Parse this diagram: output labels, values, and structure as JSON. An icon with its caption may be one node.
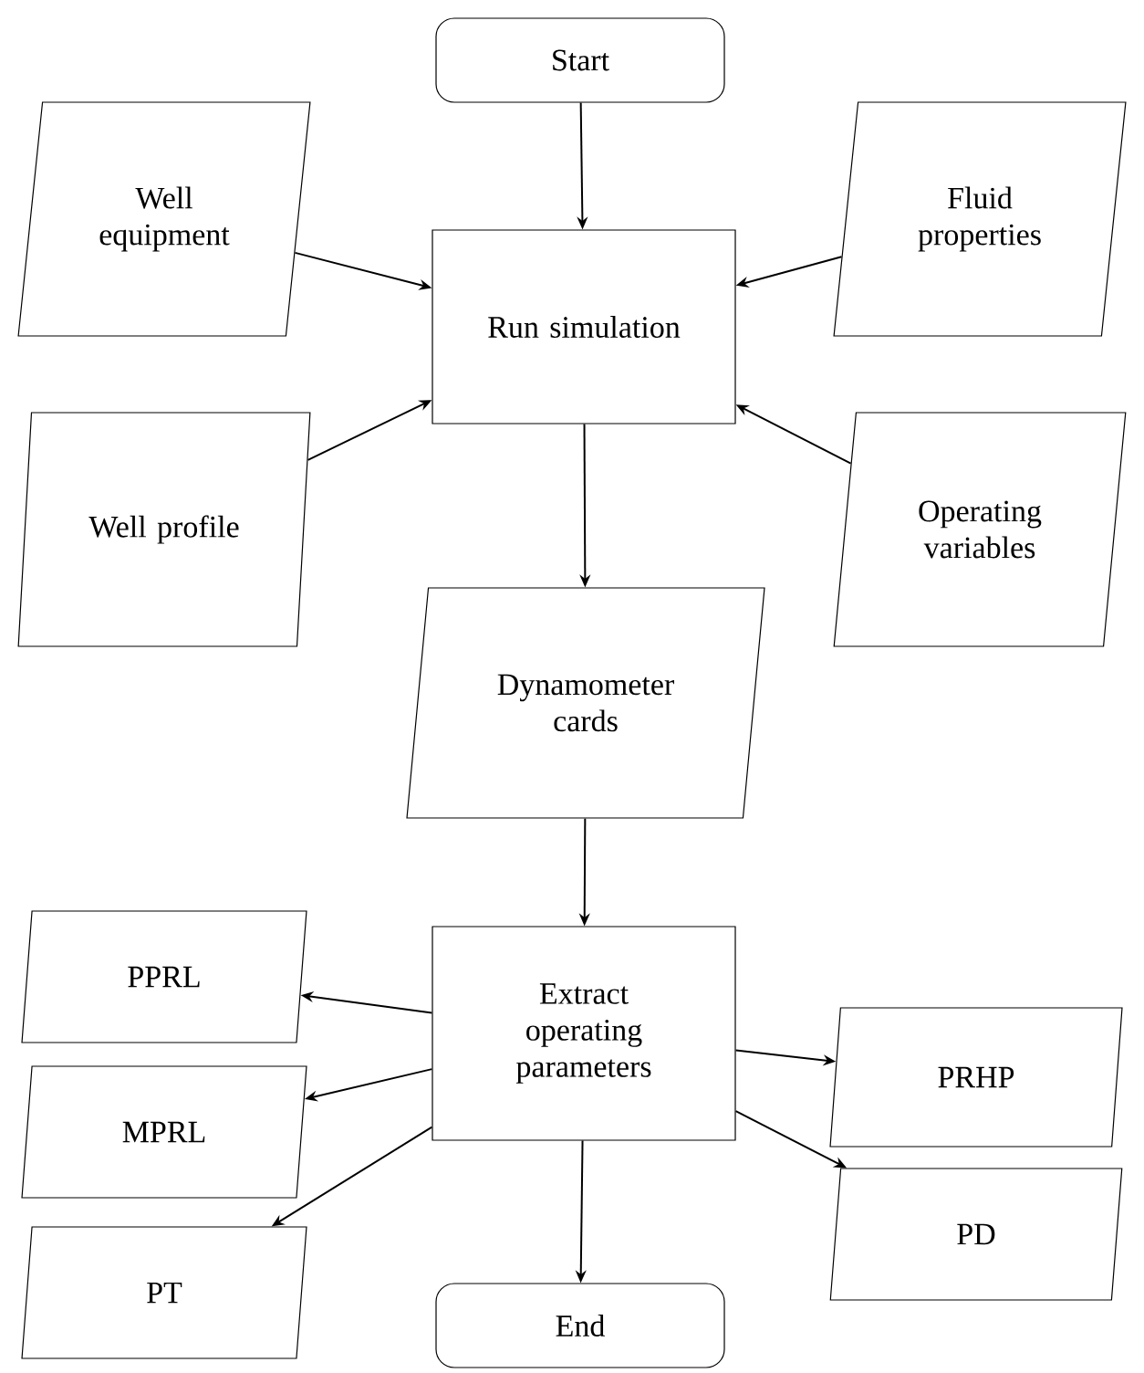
{
  "diagram": {
    "nodes": [
      {
        "text": [
          "Start"
        ]
      },
      {
        "text": [
          "Well equipment"
        ]
      },
      {
        "text": [
          "Fluid properties"
        ]
      },
      {
        "text": [
          "Run simulation"
        ]
      },
      {
        "text": [
          "Well profile"
        ]
      },
      {
        "text": [
          "Operating variables"
        ]
      },
      {
        "text": [
          "Dynamometer cards"
        ]
      },
      {
        "text": [
          "PPRL"
        ]
      },
      {
        "text": [
          "Extract operating parameters"
        ]
      },
      {
        "text": [
          "PRHP"
        ]
      },
      {
        "text": [
          "MPRL"
        ]
      },
      {
        "text": [
          "PD"
        ]
      },
      {
        "text": [
          "PT"
        ]
      },
      {
        "text": [
          "End"
        ]
      }
    ],
    "edges": [
      {
        "from": 0,
        "to": 3,
        "arrow": "to"
      },
      {
        "from": 1,
        "to": 3,
        "arrow": "to"
      },
      {
        "from": 2,
        "to": 3,
        "arrow": "to"
      },
      {
        "from": 4,
        "to": 3,
        "arrow": "to"
      },
      {
        "from": 5,
        "to": 3,
        "arrow": "to"
      },
      {
        "from": 3,
        "to": 6,
        "arrow": "to"
      },
      {
        "from": 6,
        "to": 8,
        "arrow": "to"
      },
      {
        "from": 8,
        "to": 7,
        "arrow": "to"
      },
      {
        "from": 8,
        "to": 10,
        "arrow": "to"
      },
      {
        "from": 8,
        "to": 12,
        "arrow": "to"
      },
      {
        "from": 8,
        "to": 9,
        "arrow": "to"
      },
      {
        "from": 8,
        "to": 11,
        "arrow": "to"
      },
      {
        "from": 8,
        "to": 13,
        "arrow": "to"
      }
    ]
  }
}
